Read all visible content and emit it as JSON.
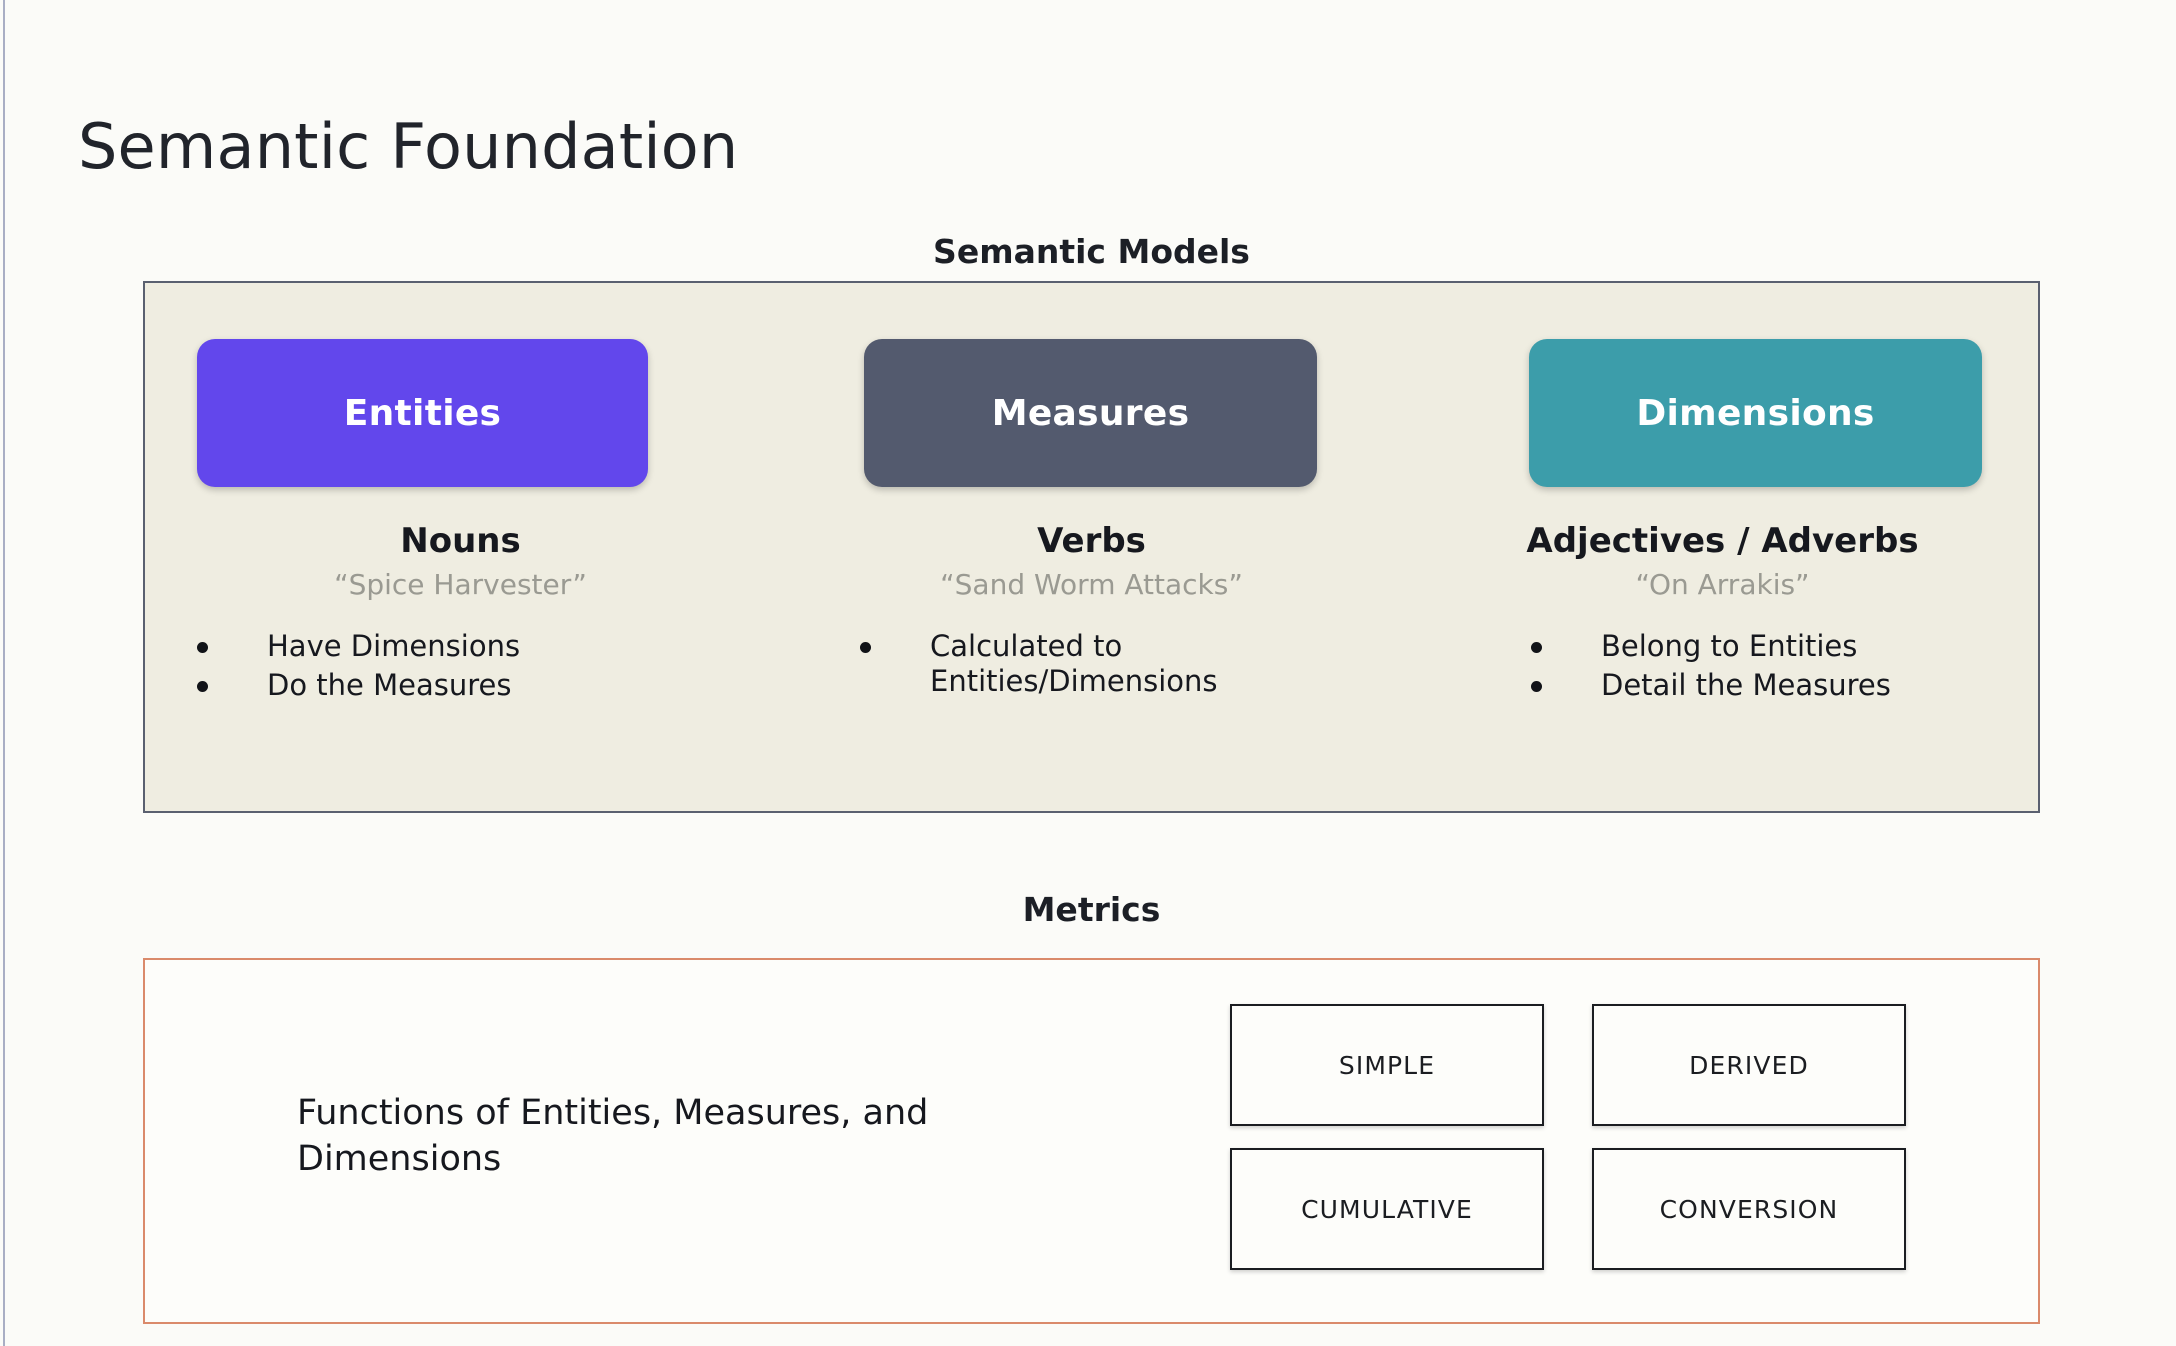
{
  "slide": {
    "title": "Semantic Foundation",
    "background_color": "#FBFBF8"
  },
  "semantic_models": {
    "heading": "Semantic Models",
    "panel_fill": "#EFEDE1",
    "panel_border": "#5A6070",
    "columns": [
      {
        "pill_label": "Entities",
        "pill_color": "#6247EC",
        "kicker": "Nouns",
        "quote": "“Spice Harvester”",
        "bullets": [
          "Have Dimensions",
          "Do the Measures"
        ]
      },
      {
        "pill_label": "Measures",
        "pill_color": "#535A6E",
        "kicker": "Verbs",
        "quote": "“Sand Worm Attacks”",
        "bullets": [
          "Calculated to Entities/Dimensions"
        ]
      },
      {
        "pill_label": "Dimensions",
        "pill_color": "#3C9DAA",
        "kicker": "Adjectives / Adverbs",
        "quote": "“On Arrakis”",
        "bullets": [
          "Belong to Entities",
          "Detail the Measures"
        ]
      }
    ]
  },
  "metrics": {
    "heading": "Metrics",
    "panel_border": "#DA8A6B",
    "description": "Functions of Entities, Measures, and Dimensions",
    "types": [
      "SIMPLE",
      "DERIVED",
      "CUMULATIVE",
      "CONVERSION"
    ]
  }
}
